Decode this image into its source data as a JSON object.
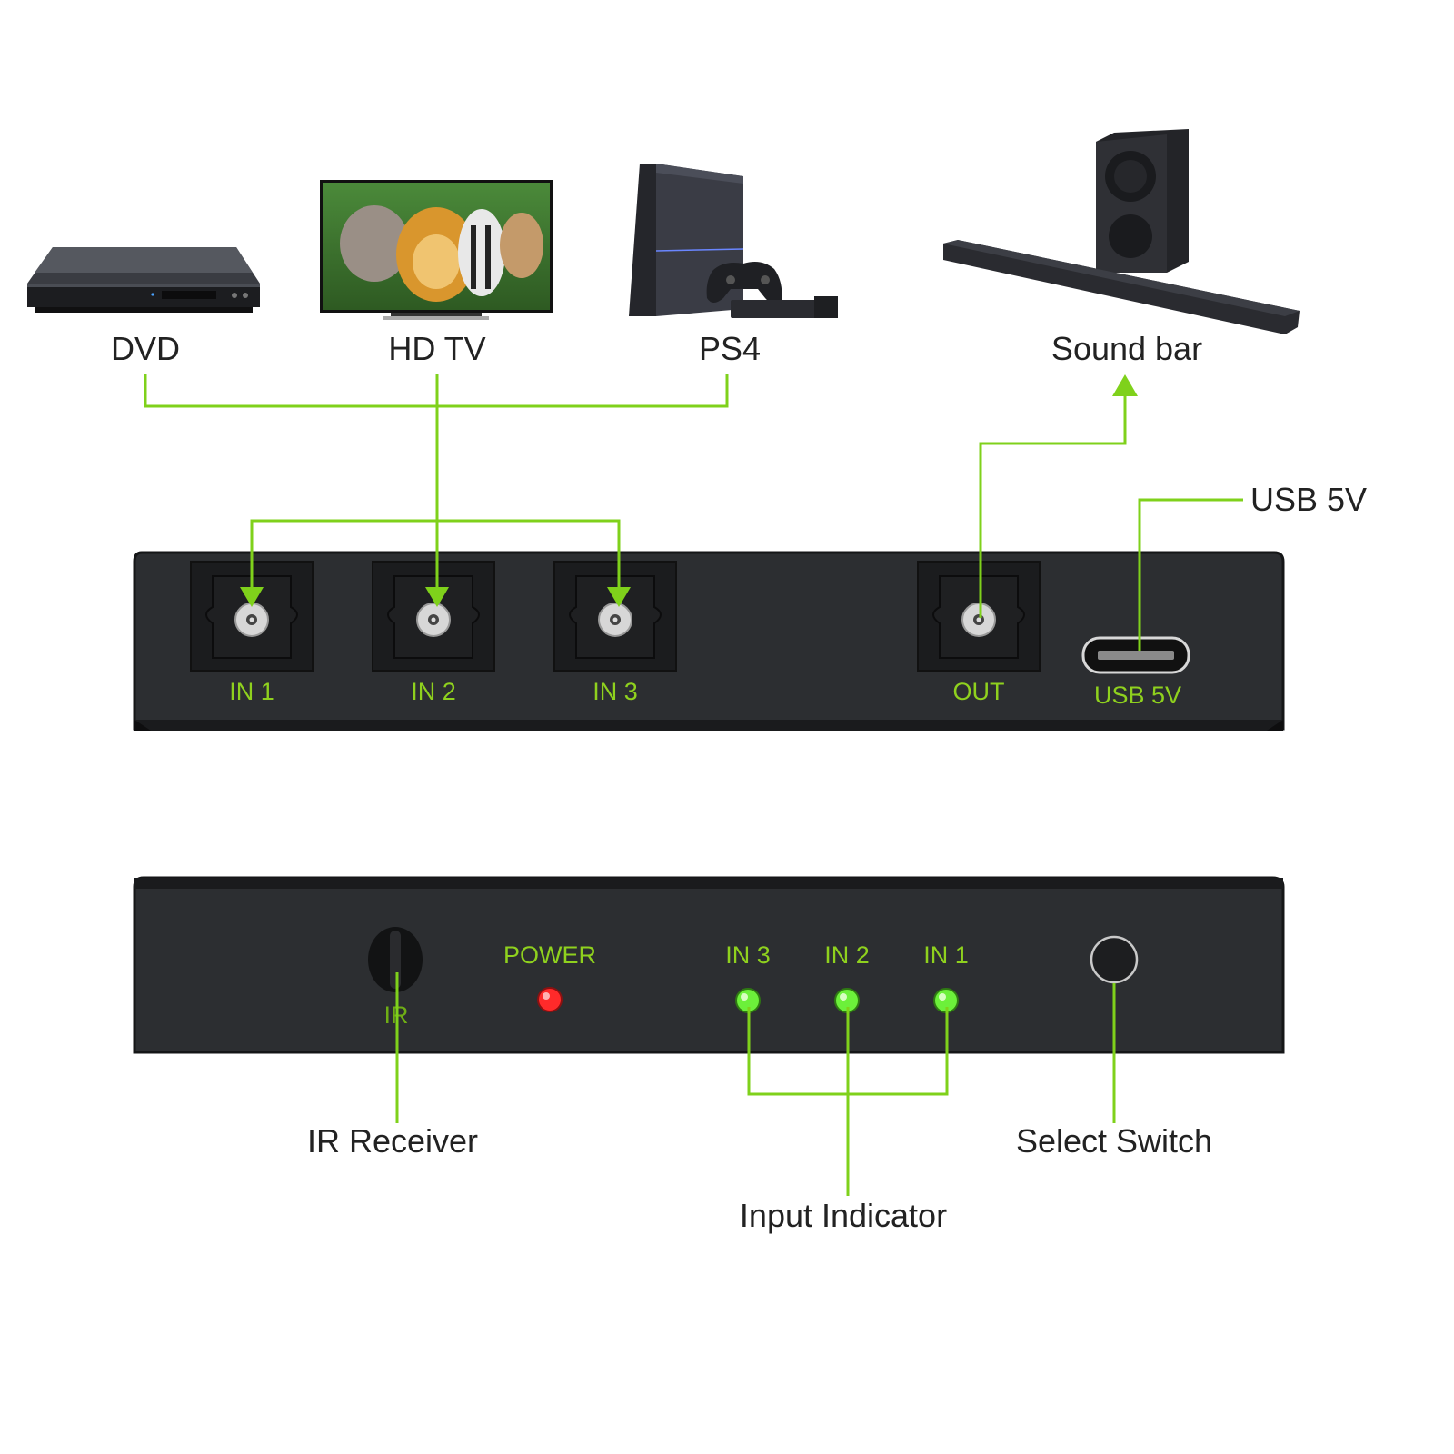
{
  "colors": {
    "accent": "#7fd11b",
    "label_green": "#8fd11e",
    "panel": "#2b2d30",
    "panel_edge": "#1a1b1d",
    "led_red": "#ff2a2a",
    "led_green": "#6cf03a"
  },
  "sources": [
    {
      "label": "DVD",
      "icon": "dvd-player-icon"
    },
    {
      "label": "HD TV",
      "icon": "tv-icon"
    },
    {
      "label": "PS4",
      "icon": "game-console-icon"
    }
  ],
  "output_device": {
    "label": "Sound bar",
    "icon": "soundbar-icon"
  },
  "usb_callout": "USB 5V",
  "rear_panel": {
    "ports": [
      {
        "label": "IN 1",
        "icon": "optical-port-icon"
      },
      {
        "label": "IN 2",
        "icon": "optical-port-icon"
      },
      {
        "label": "IN 3",
        "icon": "optical-port-icon"
      },
      {
        "label": "OUT",
        "icon": "optical-port-icon"
      }
    ],
    "usb_label": "USB 5V"
  },
  "front_panel": {
    "ir_label": "IR",
    "power_label": "POWER",
    "indicators": [
      "IN 3",
      "IN 2",
      "IN 1"
    ]
  },
  "callouts": {
    "ir_receiver": "IR Receiver",
    "input_indicator": "Input Indicator",
    "select_switch": "Select Switch"
  }
}
